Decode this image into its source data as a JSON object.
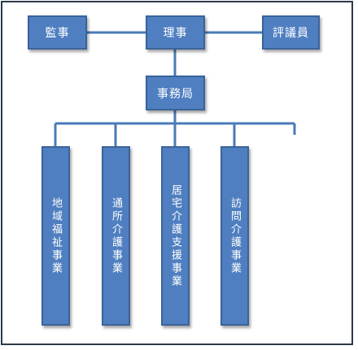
{
  "nodes": {
    "kanji": "監事",
    "riji": "理事",
    "hyogiin": "評議員",
    "jimukyoku": "事務局",
    "divisions": [
      "地域福祉事業",
      "通所介護事業",
      "居宅介護支援事業",
      "訪問介護事業"
    ]
  },
  "colors": {
    "box_fill": "#4f7fc0",
    "box_border": "#3a6399",
    "connector": "#4a7ab8",
    "frame": "#2b3a4a"
  }
}
